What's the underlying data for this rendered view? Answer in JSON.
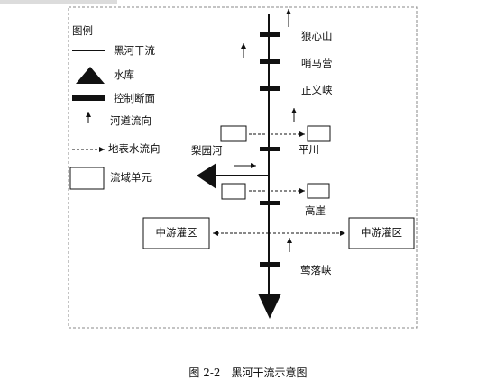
{
  "legend": {
    "title": "图例",
    "items": {
      "main_stream": "黑河干流",
      "reservoir": "水库",
      "control_section": "控制断面",
      "flow_direction": "河道流向",
      "surface_flow": "地表水流向",
      "basin_unit": "流域单元"
    }
  },
  "stations": {
    "langxinshan": "狼心山",
    "shaomaying": "哨马营",
    "zhengyixia": "正义峡",
    "pingchuan": "平川",
    "gaoya": "高崖",
    "yingluoxia": "莺落峡"
  },
  "tributary": "梨园河",
  "irrigation": {
    "left": "中游灌区",
    "right": "中游灌区"
  },
  "caption": "图 2-2　黑河干流示意图"
}
